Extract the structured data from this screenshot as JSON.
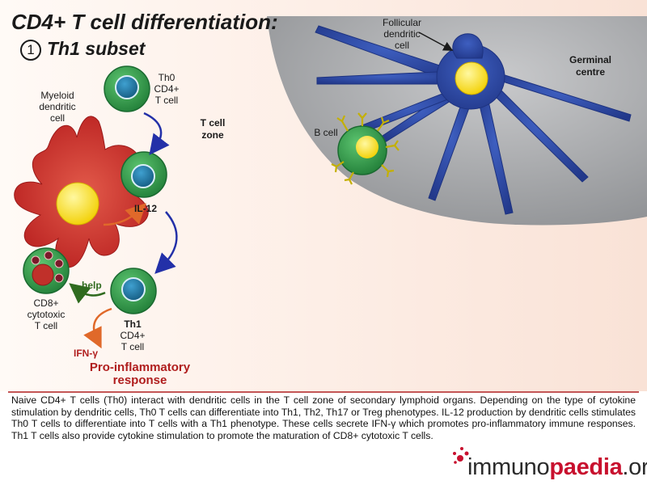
{
  "title": "CD4+ T cell differentiation:",
  "subtitle_number": "1",
  "subtitle": "Th1 subset",
  "labels": {
    "fdc_line1": "Follicular",
    "fdc_line2": "dendritic",
    "fdc_line3": "cell",
    "germinal_line1": "Germinal",
    "germinal_line2": "centre",
    "b_cell": "B cell",
    "t_zone_line1": "T cell",
    "t_zone_line2": "zone",
    "th0_line1": "Th0",
    "th0_line2": "CD4+",
    "th0_line3": "T cell",
    "myeloid_line1": "Myeloid",
    "myeloid_line2": "dendritic",
    "myeloid_line3": "cell",
    "il12": "IL-12",
    "help": "help",
    "cd8_line1": "CD8+",
    "cd8_line2": "cytotoxic",
    "cd8_line3": "T cell",
    "th1_line1": "Th1",
    "th1_line2": "CD4+",
    "th1_line3": "T cell",
    "ifn": "IFN-γ",
    "proinf_line1": "Pro-inflammatory",
    "proinf_line2": "response"
  },
  "caption": "Naive CD4+ T cells (Th0) interact with dendritic cells in the T cell zone of secondary lymphoid organs. Depending on the type of cytokine stimulation by dendritic cells, Th0 T cells can differentiate into Th1, Th2, Th17 or Treg phenotypes.  IL-12 production by dendritic cells stimulates Th0 T cells to differentiate into T cells with a Th1 phenotype. These cells secrete IFN-γ which promotes pro-inflammatory immune responses. Th1 T cells also provide cytokine stimulation to promote the maturation of CD8+ cytotoxic T cells.",
  "logo": {
    "part1": "immuno",
    "part2": "paedia",
    "part3": ".org"
  },
  "colors": {
    "background_zone": "#fdeee6",
    "germinal": "#a6a8ab",
    "fdc": "#2e4a9e",
    "nucleus_yellow": "#f4d900",
    "t_cell_green": "#2f9a4a",
    "t_nucleus_blue": "#1f6f9a",
    "dendritic_red": "#cf2a2a",
    "accent_red": "#b01e1e",
    "arrow_blue": "#2330a8",
    "arrow_orange": "#e0692a",
    "arrow_green": "#2f6b1f"
  }
}
